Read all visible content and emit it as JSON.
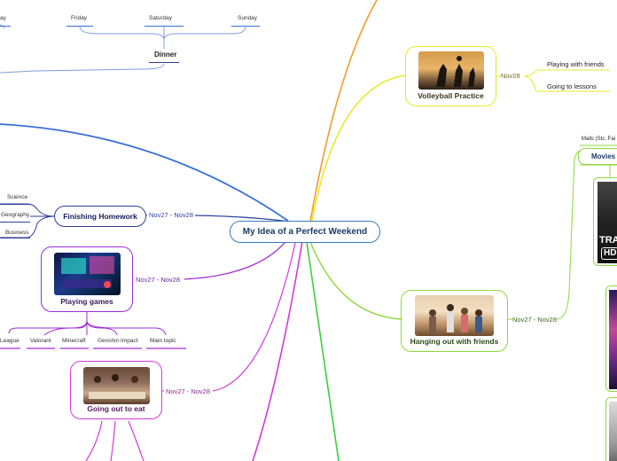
{
  "central": {
    "title": "My Idea of  a Perfect Weekend"
  },
  "days": {
    "friday": "Friday",
    "saturday": "Saturday",
    "sunday": "Sunday",
    "partial_left": "ay",
    "dinner": "Dinner"
  },
  "volleyball": {
    "title": "Volleyball Practice",
    "date": "Nov28",
    "children": [
      "Playing with friends",
      "Going to lessons"
    ]
  },
  "homework": {
    "title": "Finishing Homework",
    "date": "Nov27 - Nov28",
    "children": [
      "Science",
      "Geography",
      "Business"
    ]
  },
  "games": {
    "title": "Playing games",
    "date": "Nov27 - Nov28",
    "children": [
      "League",
      "Valorant",
      "Minecraft",
      "Genshin Impact",
      "Main topic"
    ]
  },
  "friends": {
    "title": "Hanging out with friends",
    "date": "Nov27 - Nov28",
    "movies": "Movies",
    "malls": "Malls (Stc, Fai"
  },
  "eat": {
    "title": "Going out to eat",
    "date": "Nov27 - Nov28"
  },
  "colors": {
    "blue": "#3a6fd8",
    "orange": "#f39a2a",
    "yellow": "#e6ea2a",
    "lime": "#8ed83a",
    "green": "#3ccf3c",
    "purple": "#a02bd6",
    "magenta": "#d23ad8",
    "navy": "#2d3e9e"
  },
  "thumbnail_text": {
    "line1": "TRA",
    "line2": "HD"
  }
}
